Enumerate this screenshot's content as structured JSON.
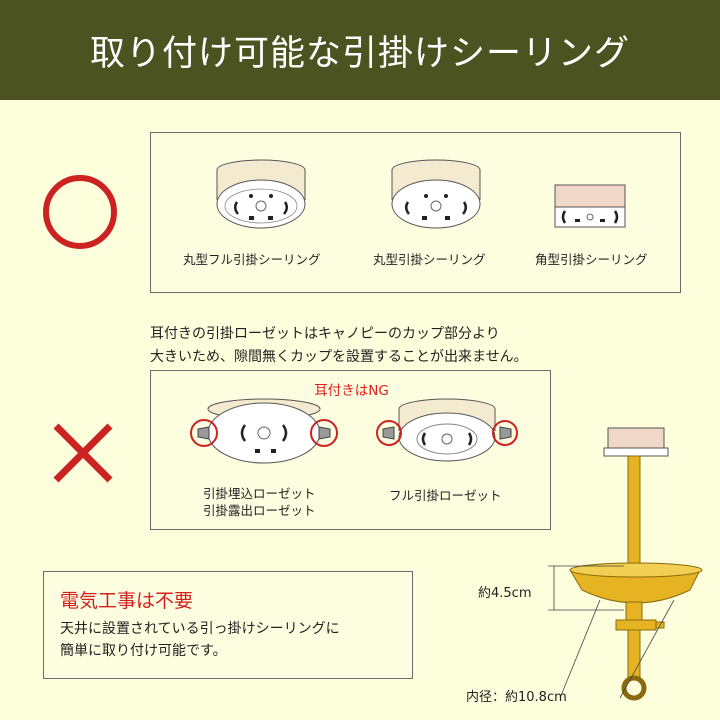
{
  "header": {
    "title": "取り付け可能な引掛けシーリング"
  },
  "ok_section": {
    "items": [
      {
        "label": "丸型フル引掛シーリング"
      },
      {
        "label": "丸型引掛シーリング"
      },
      {
        "label": "角型引掛シーリング"
      }
    ]
  },
  "ng_section": {
    "description_line1": "耳付きの引掛ローゼットはキャノピーのカップ部分より",
    "description_line2": "大きいため、隙間無くカップを設置することが出来ません。",
    "warning": "耳付きはNG",
    "items": [
      {
        "label_line1": "引掛埋込ローゼット",
        "label_line2": "引掛露出ローゼット"
      },
      {
        "label_line1": "フル引掛ローゼット"
      }
    ]
  },
  "note": {
    "title": "電気工事は不要",
    "body_line1": "天井に設置されている引っ掛けシーリングに",
    "body_line2": "簡単に取り付け可能です。"
  },
  "diagram": {
    "height_label": "約4.5cm",
    "diameter_label": "内径：約10.8cm"
  },
  "colors": {
    "header_bg": "#4b5320",
    "background": "#fcfedc",
    "ok_mark": "#cc2222",
    "ng_mark": "#cc2222",
    "brass": "#e6b422"
  }
}
